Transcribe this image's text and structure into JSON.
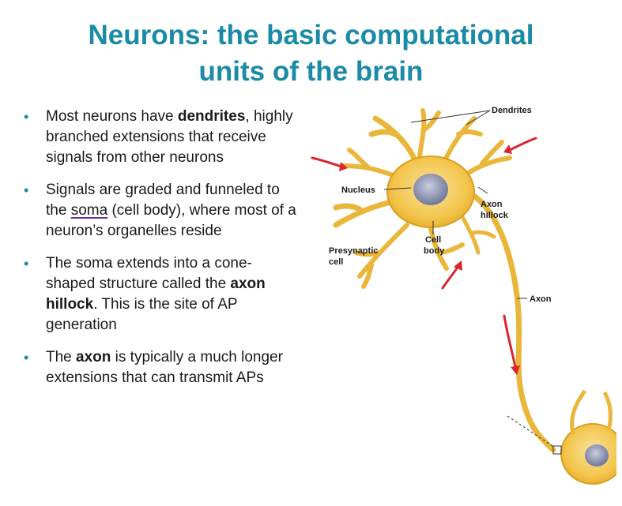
{
  "slide": {
    "title_line1": "Neurons: the basic computational",
    "title_line2": "units of the brain"
  },
  "bullets": [
    {
      "pre": "Most neurons have ",
      "bold": "dendrites",
      "post": ", highly branched extensions that receive signals from other neurons"
    },
    {
      "pre": "Signals are graded and funneled to the ",
      "underline": "soma",
      "post": " (cell body), where most of a neuron’s organelles reside"
    },
    {
      "pre": "The soma extends into a cone-shaped structure called the ",
      "bold": "axon hillock",
      "post": ". This is the site of AP generation"
    },
    {
      "pre": "The ",
      "bold": "axon",
      "post": " is typically a much longer extensions that can transmit APs"
    }
  ],
  "figure": {
    "labels": {
      "dendrites": "Dendrites",
      "nucleus": "Nucleus",
      "axon_hillock_1": "Axon",
      "axon_hillock_2": "hillock",
      "cell_body_1": "Cell",
      "cell_body_2": "body",
      "presynaptic_1": "Presynaptic",
      "presynaptic_2": "cell",
      "axon": "Axon"
    },
    "colors": {
      "neuron_fill": "#f3c54a",
      "neuron_stroke": "#d9a021",
      "nucleus": "#8e95b8",
      "arrow": "#d9262a"
    }
  }
}
